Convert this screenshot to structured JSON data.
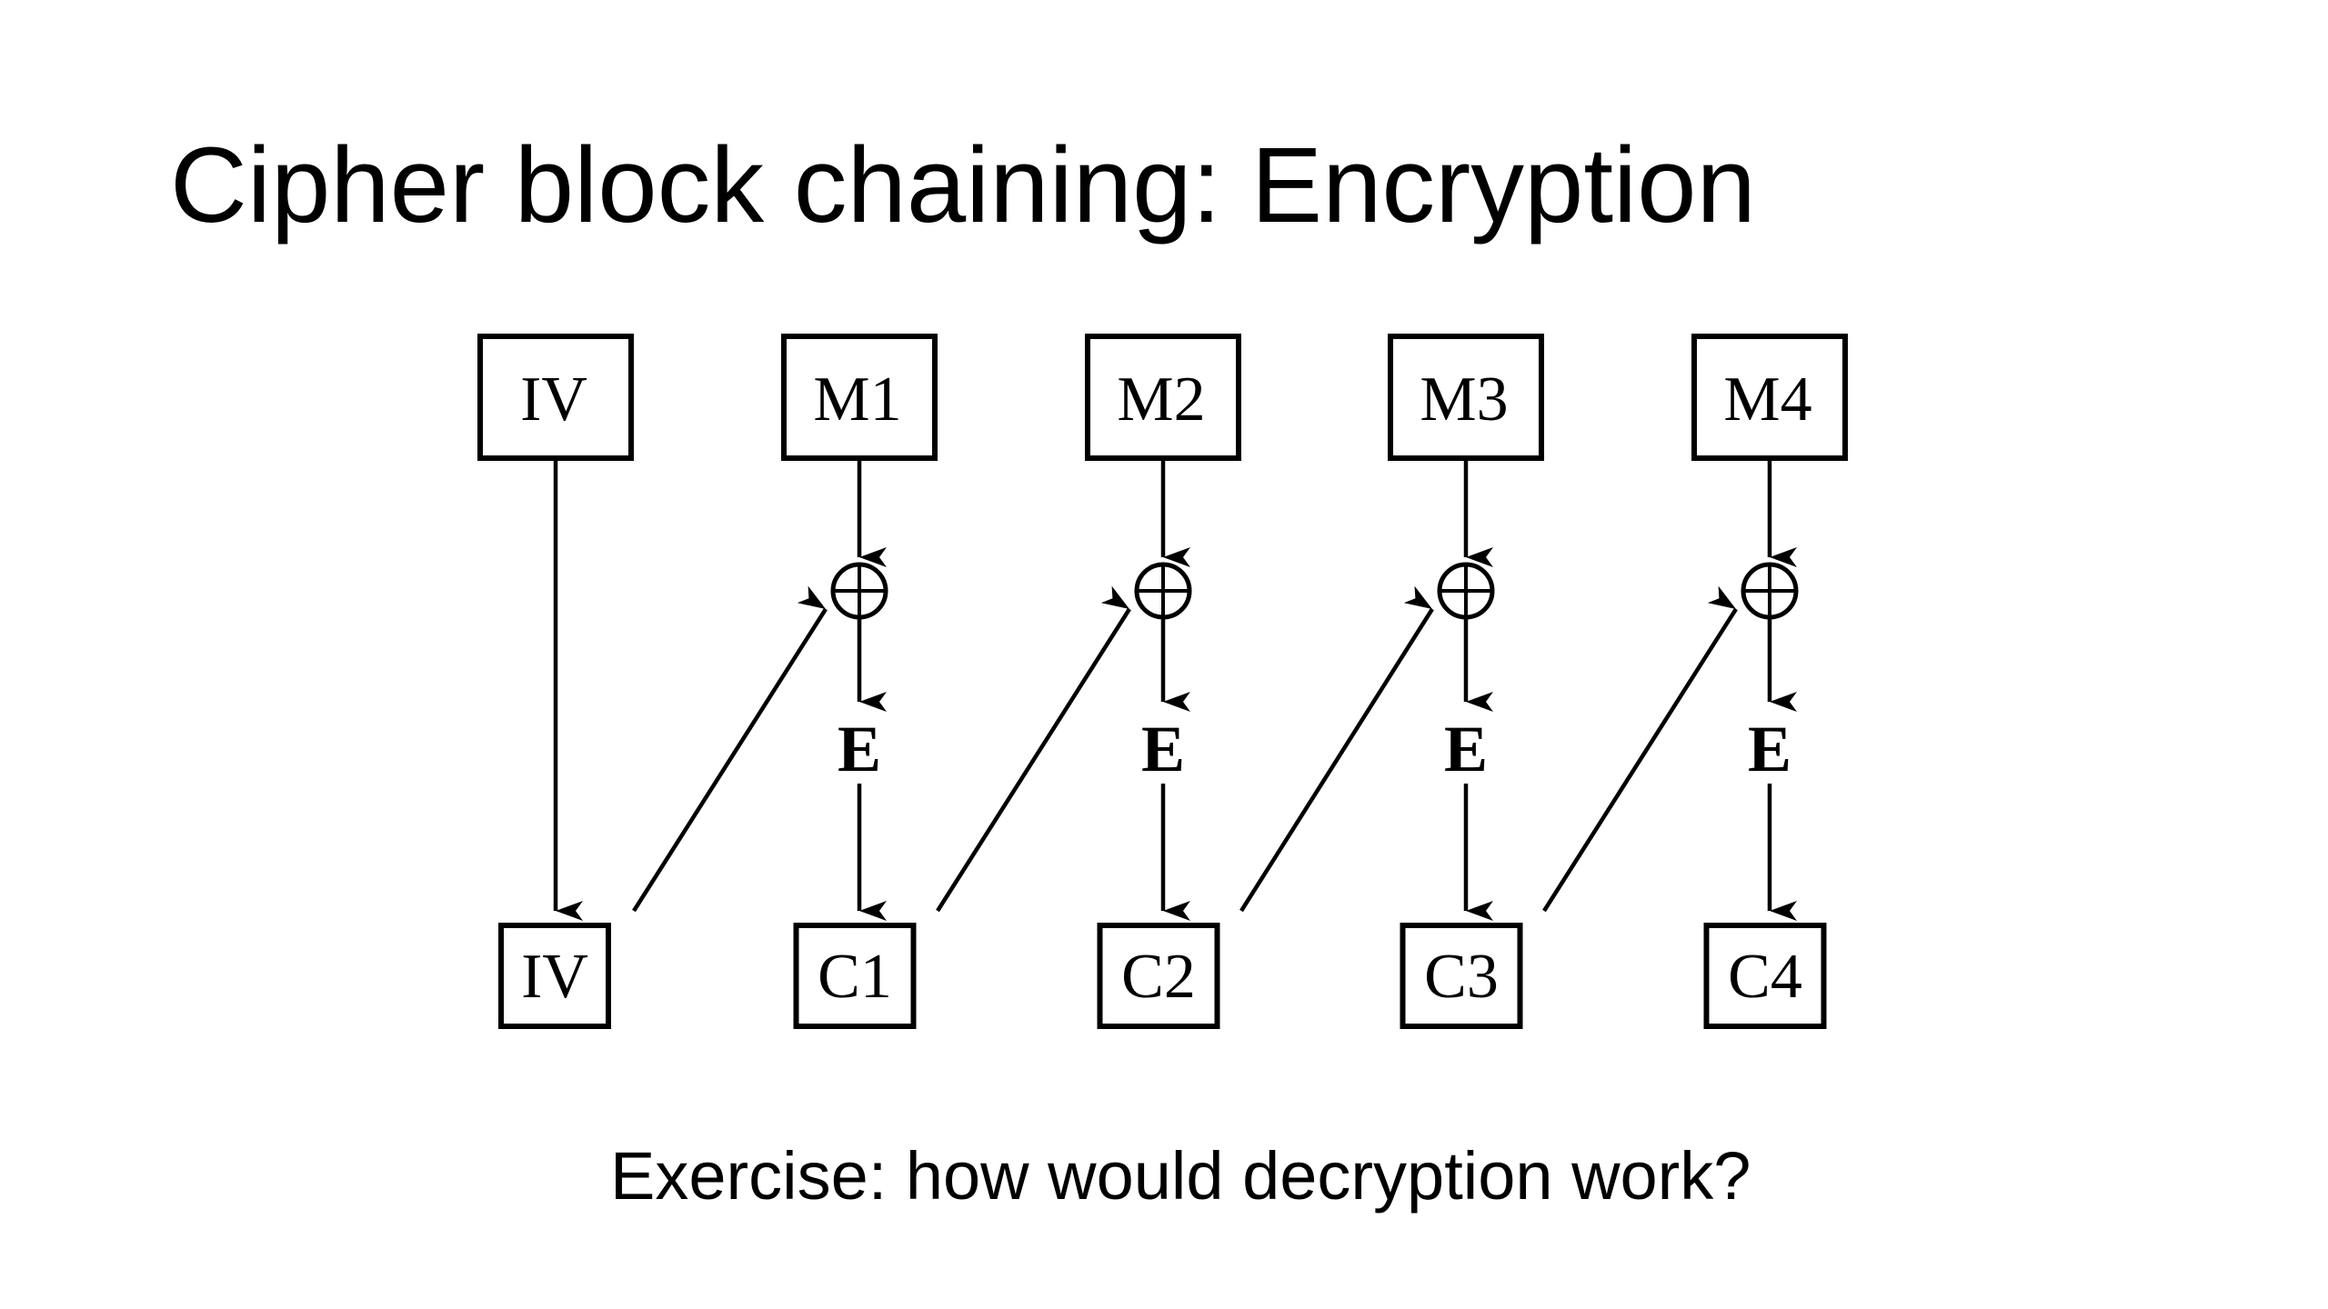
{
  "slide": {
    "title": "Cipher block chaining: Encryption",
    "caption": "Exercise: how would decryption work?"
  },
  "diagram": {
    "type": "cbc-encryption",
    "top_row": [
      "IV",
      "M1",
      "M2",
      "M3",
      "M4"
    ],
    "bottom_row": [
      "IV",
      "C1",
      "C2",
      "C3",
      "C4"
    ],
    "xor_symbol": "⊕",
    "encrypt_label": "E",
    "edges": [
      {
        "from": "top:IV",
        "to": "bottom:IV"
      },
      {
        "from": "top:M1",
        "to": "xor:1"
      },
      {
        "from": "top:M2",
        "to": "xor:2"
      },
      {
        "from": "top:M3",
        "to": "xor:3"
      },
      {
        "from": "top:M4",
        "to": "xor:4"
      },
      {
        "from": "bottom:IV",
        "to": "xor:1"
      },
      {
        "from": "bottom:C1",
        "to": "xor:2"
      },
      {
        "from": "bottom:C2",
        "to": "xor:3"
      },
      {
        "from": "bottom:C3",
        "to": "xor:4"
      },
      {
        "from": "xor:1",
        "to": "E:1"
      },
      {
        "from": "xor:2",
        "to": "E:2"
      },
      {
        "from": "xor:3",
        "to": "E:3"
      },
      {
        "from": "xor:4",
        "to": "E:4"
      },
      {
        "from": "E:1",
        "to": "bottom:C1"
      },
      {
        "from": "E:2",
        "to": "bottom:C2"
      },
      {
        "from": "E:3",
        "to": "bottom:C3"
      },
      {
        "from": "E:4",
        "to": "bottom:C4"
      }
    ],
    "stroke_color": "#000000",
    "background_color": "#ffffff"
  }
}
